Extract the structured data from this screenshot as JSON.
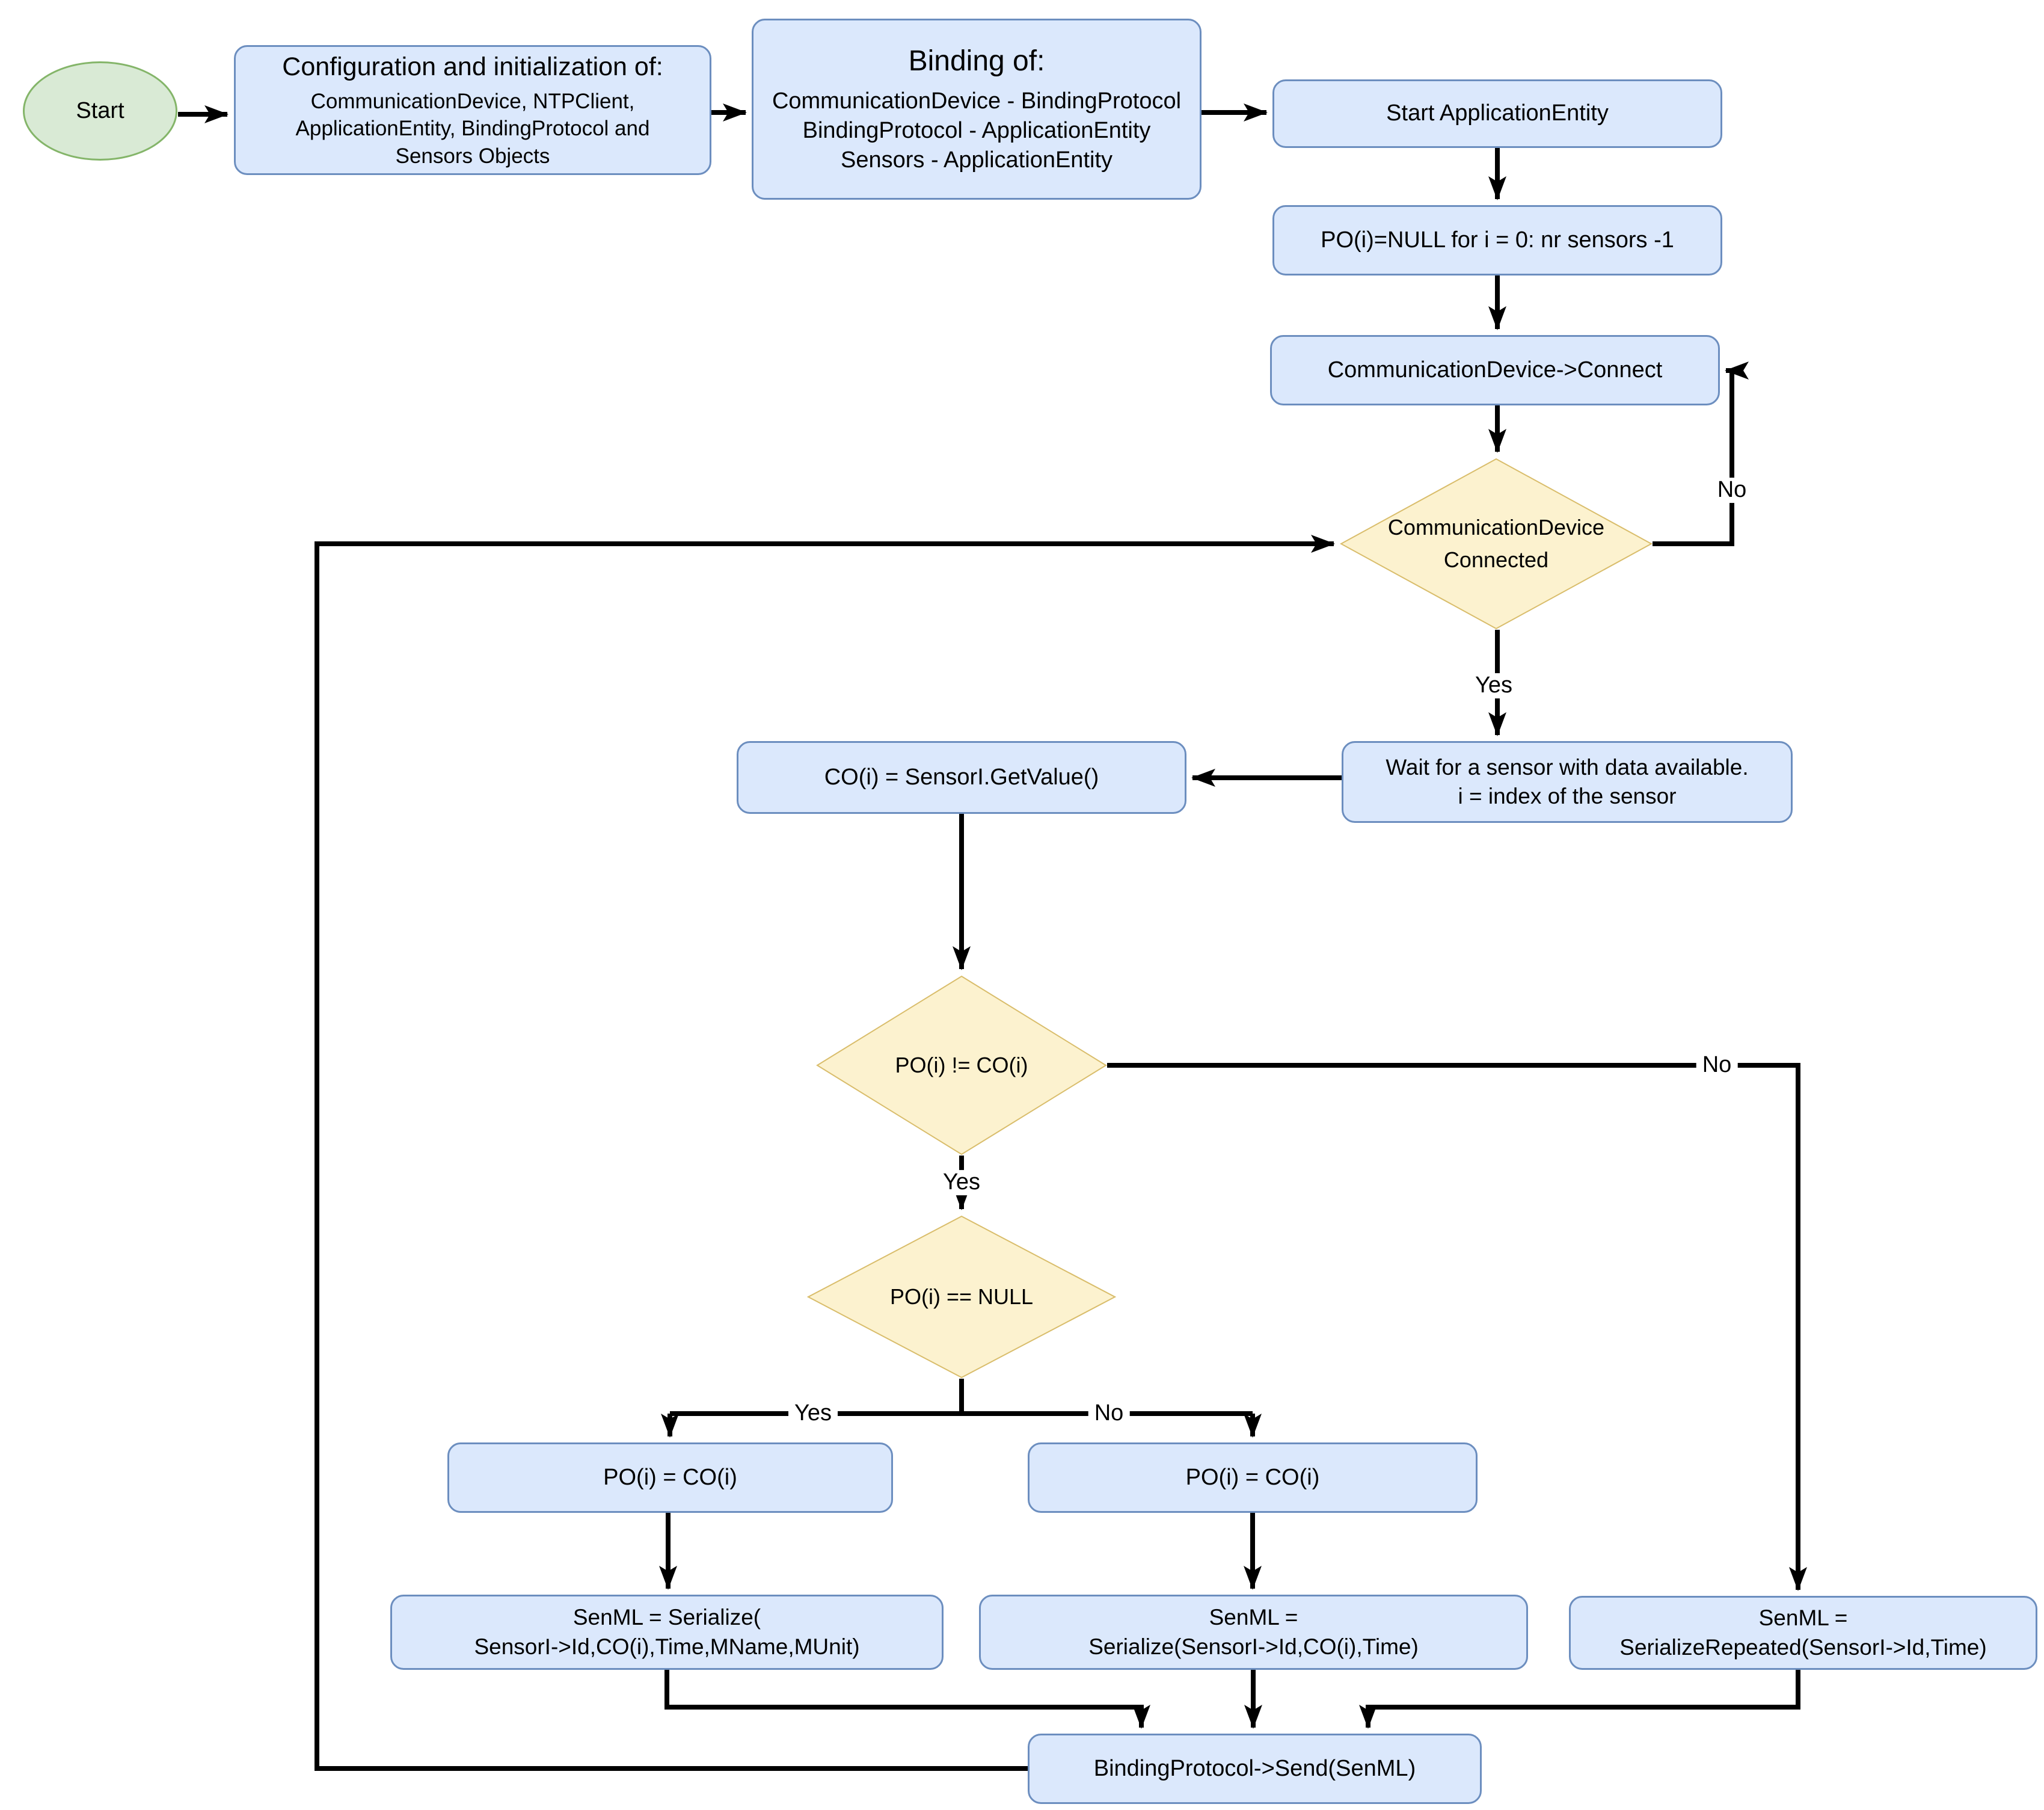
{
  "colors": {
    "process_fill": "#dbe8fc",
    "process_stroke": "#6c8ebf",
    "decision_fill": "#fcf2cf",
    "decision_stroke": "#d9bd6b",
    "terminator_fill": "#d9ead5",
    "terminator_stroke": "#84b569",
    "edge_color": "#000000",
    "text_color": "#000000",
    "background": "#ffffff"
  },
  "nodes": {
    "start": {
      "label": "Start"
    },
    "config": {
      "title": "Configuration and initialization of:",
      "lines": [
        "CommunicationDevice, NTPClient,",
        "ApplicationEntity, BindingProtocol and",
        "Sensors Objects"
      ]
    },
    "binding": {
      "title": "Binding of:",
      "lines": [
        "CommunicationDevice - BindingProtocol",
        "BindingProtocol - ApplicationEntity",
        "Sensors - ApplicationEntity"
      ]
    },
    "start_app_entity": {
      "label": "Start ApplicationEntity"
    },
    "po_null_init": {
      "label": "PO(i)=NULL for i = 0: nr sensors -1"
    },
    "connect": {
      "label": "CommunicationDevice->Connect"
    },
    "connected_decision": {
      "lines": [
        "CommunicationDevice",
        "Connected"
      ]
    },
    "wait_sensor": {
      "lines": [
        "Wait for a sensor with data available.",
        "i = index of the sensor"
      ]
    },
    "get_value": {
      "label": "CO(i) = SensorI.GetValue()"
    },
    "po_neq_co_decision": {
      "label": "PO(i) != CO(i)"
    },
    "po_is_null_decision": {
      "label": "PO(i) == NULL"
    },
    "po_assign_left": {
      "label": "PO(i) = CO(i)"
    },
    "po_assign_right": {
      "label": "PO(i) = CO(i)"
    },
    "serialize_full": {
      "lines": [
        "SenML = Serialize(",
        "SensorI->Id,CO(i),Time,MName,MUnit)"
      ]
    },
    "serialize_short": {
      "lines": [
        "SenML =",
        "Serialize(SensorI->Id,CO(i),Time)"
      ]
    },
    "serialize_repeated": {
      "lines": [
        "SenML =",
        "SerializeRepeated(SensorI->Id,Time)"
      ]
    },
    "send": {
      "label": "BindingProtocol->Send(SenML)"
    }
  },
  "edge_labels": {
    "connected_no": "No",
    "connected_yes": "Yes",
    "po_neq_no": "No",
    "po_neq_yes": "Yes",
    "po_null_yes": "Yes",
    "po_null_no": "No"
  }
}
